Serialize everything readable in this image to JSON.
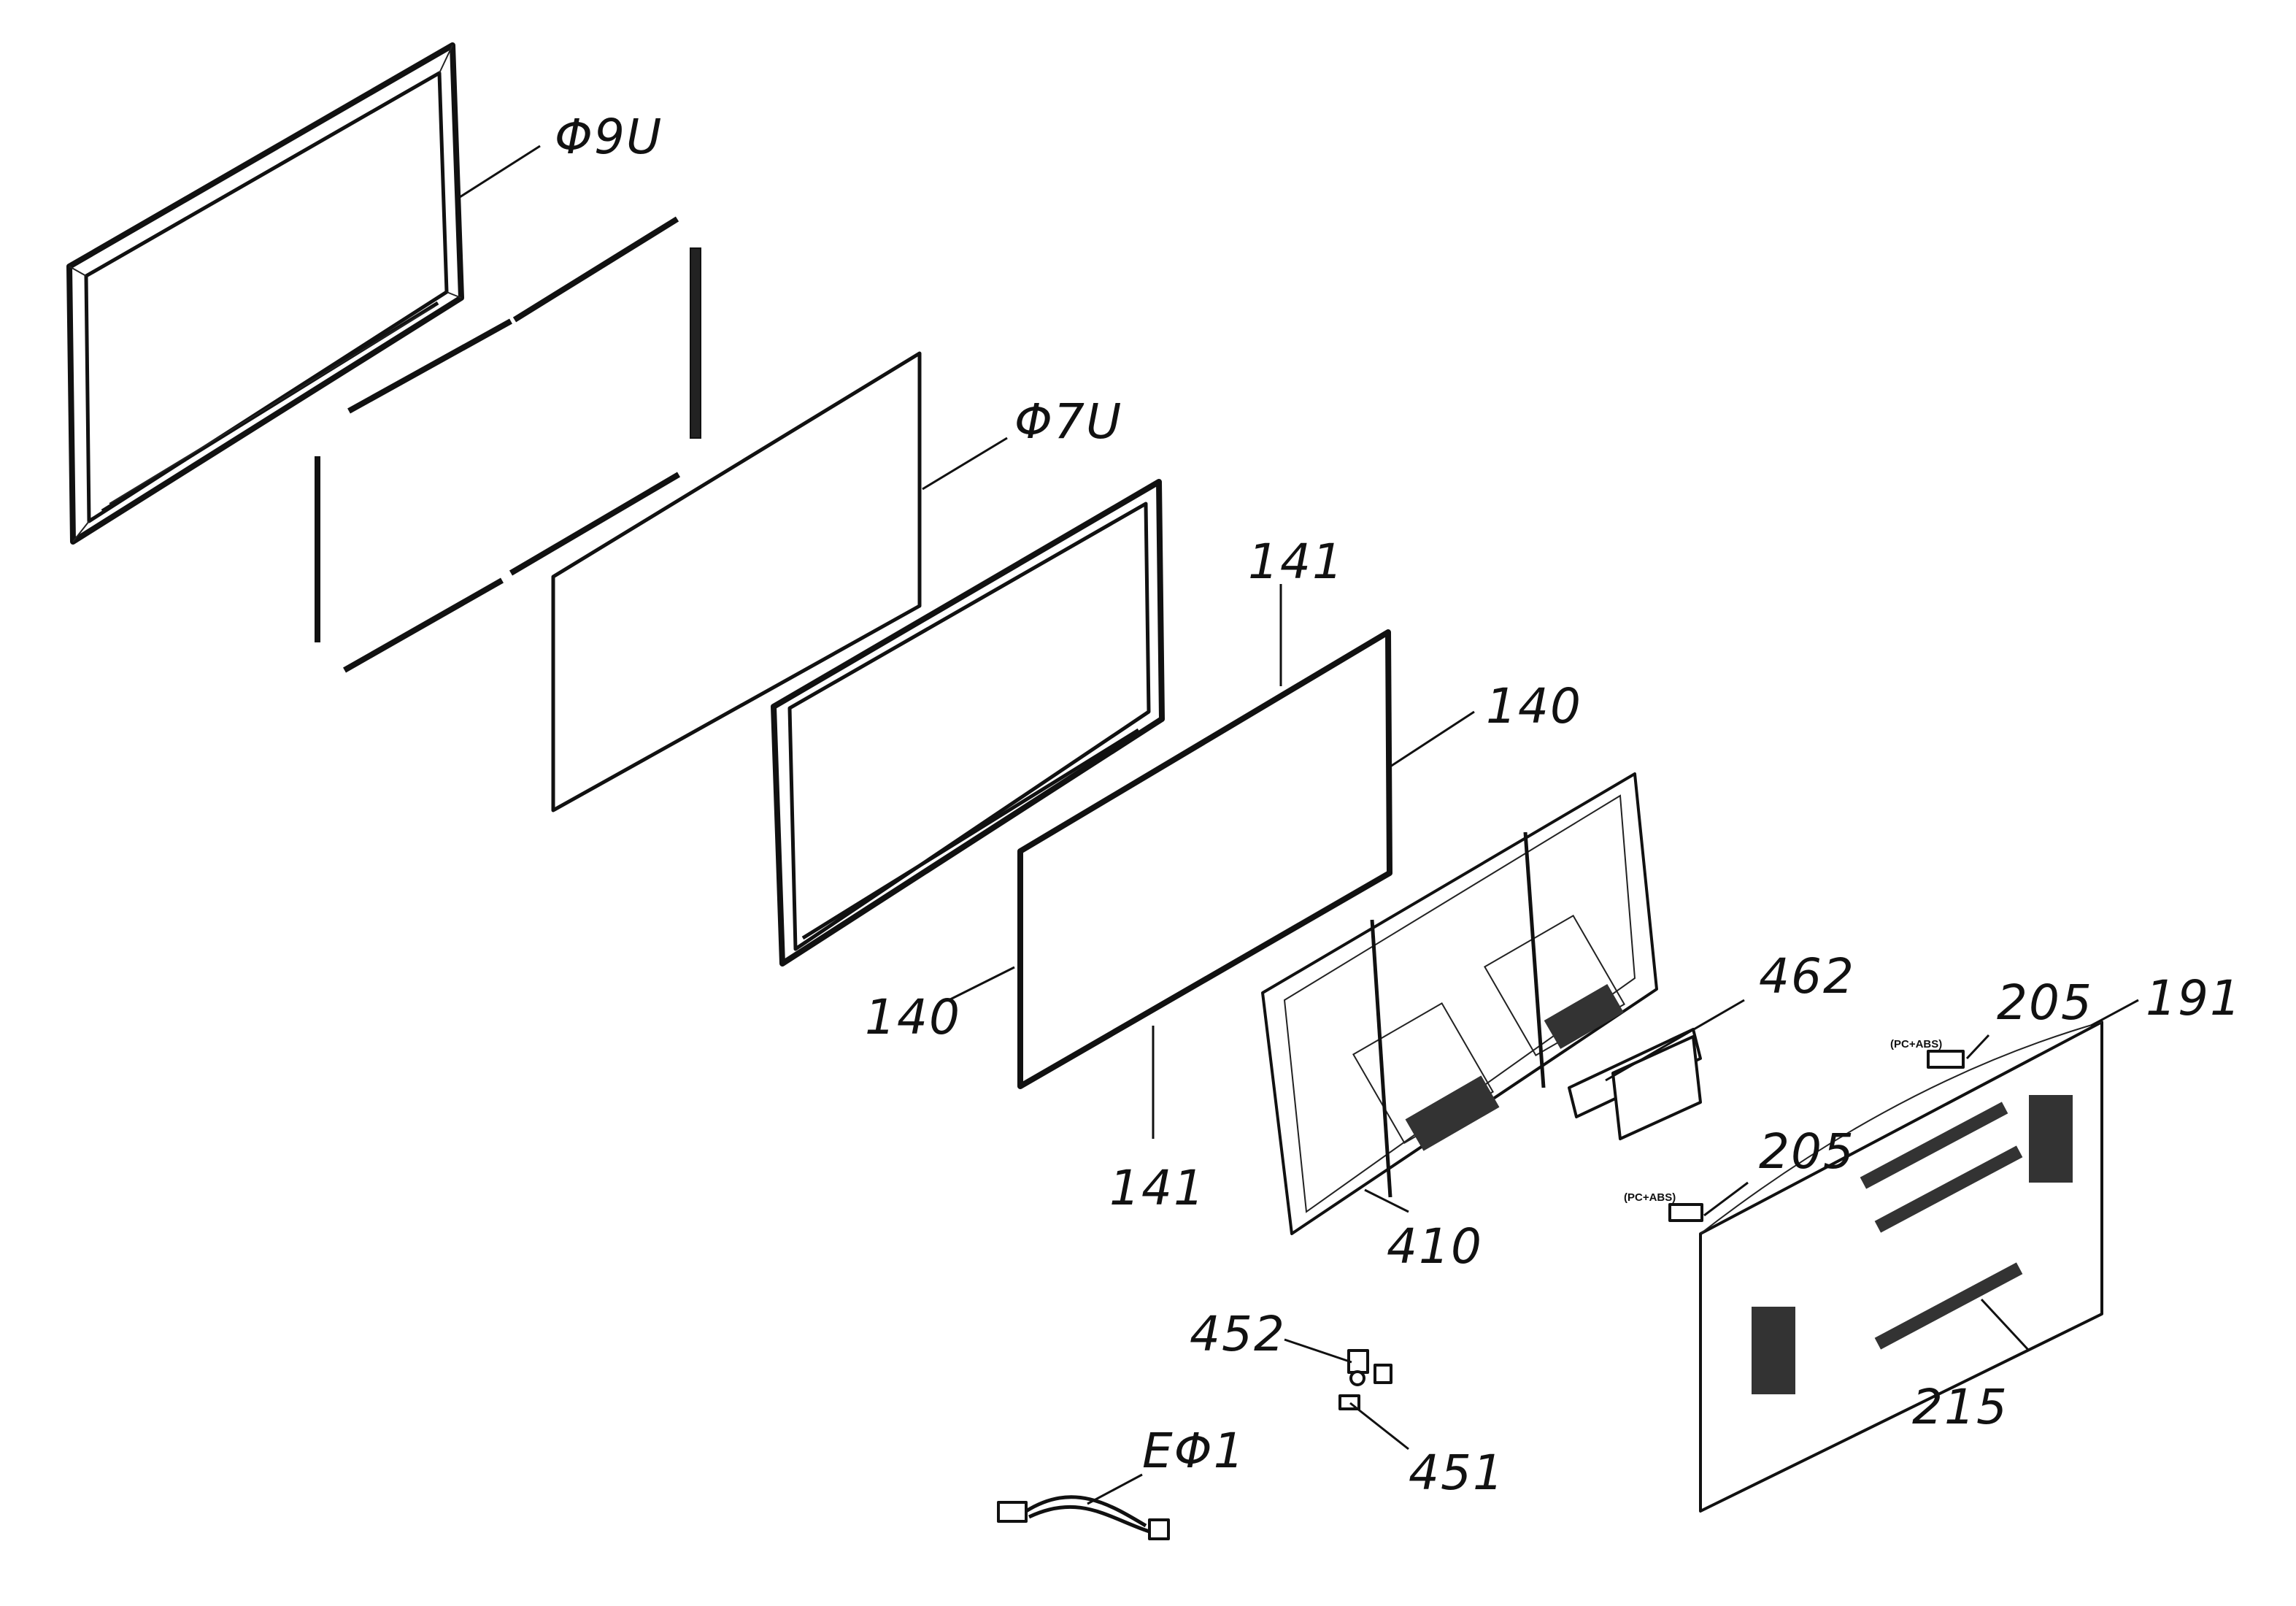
{
  "diagram": {
    "callouts": [
      {
        "id": "bezel",
        "text": "Φ9U"
      },
      {
        "id": "panel-glass",
        "text": "Φ7U"
      },
      {
        "id": "sheet-141-top",
        "text": "141"
      },
      {
        "id": "sheet-140-right",
        "text": "140"
      },
      {
        "id": "sheet-140-left",
        "text": "140"
      },
      {
        "id": "sheet-141-bottom",
        "text": "141"
      },
      {
        "id": "bracket-462",
        "text": "462"
      },
      {
        "id": "board-410",
        "text": "410"
      },
      {
        "id": "cover-205-top",
        "text": "205"
      },
      {
        "id": "cover-205-left",
        "text": "205"
      },
      {
        "id": "back-cover",
        "text": "191"
      },
      {
        "id": "screw-215",
        "text": "215"
      },
      {
        "id": "part-452",
        "text": "452"
      },
      {
        "id": "part-451",
        "text": "451"
      },
      {
        "id": "power-cord",
        "text": "EΦ1"
      }
    ],
    "material_notes": [
      {
        "id": "material-note-top",
        "text": "(PC+ABS)"
      },
      {
        "id": "material-note-left",
        "text": "(PC+ABS)"
      }
    ]
  }
}
